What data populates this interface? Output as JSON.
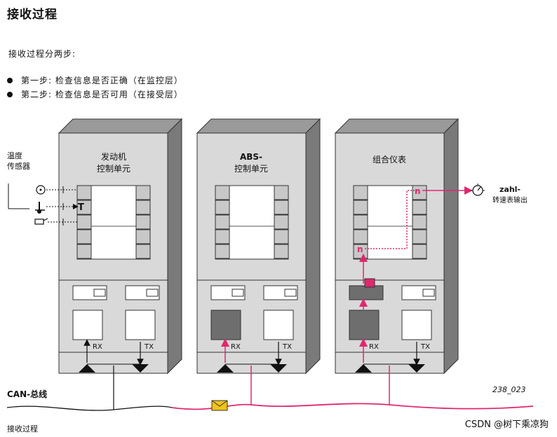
{
  "page": {
    "title": "接收过程",
    "intro": "接收过程分两步:",
    "steps": [
      "第一步: 检查信息是否正确（在监控层）",
      "第二步: 检查信息是否可用（在接受层）"
    ],
    "caption": "接收过程",
    "figure_code": "238_023",
    "watermark": "CSDN @树下乘凉狗"
  },
  "diagram": {
    "sensor_label_1": "温度",
    "sensor_label_2": "传感器",
    "sensor_marker": "T",
    "bus_label": "CAN-总线",
    "output_label_1": "zahl-",
    "output_label_2": "转速表输出",
    "n_marker": "n",
    "rx_label": "RX",
    "tx_label": "TX",
    "units": [
      {
        "name_1": "发动机",
        "name_2": "控制单元"
      },
      {
        "name_1": "ABS-",
        "name_2": "控制单元"
      },
      {
        "name_1": "组合仪表",
        "name_2": ""
      }
    ],
    "colors": {
      "bus_active": "#e0286e",
      "panel": "#d9d9d9",
      "panel_dark": "#6b6b6b",
      "module_filled": "#6e6e6e",
      "envelope": "#f2c318"
    }
  }
}
